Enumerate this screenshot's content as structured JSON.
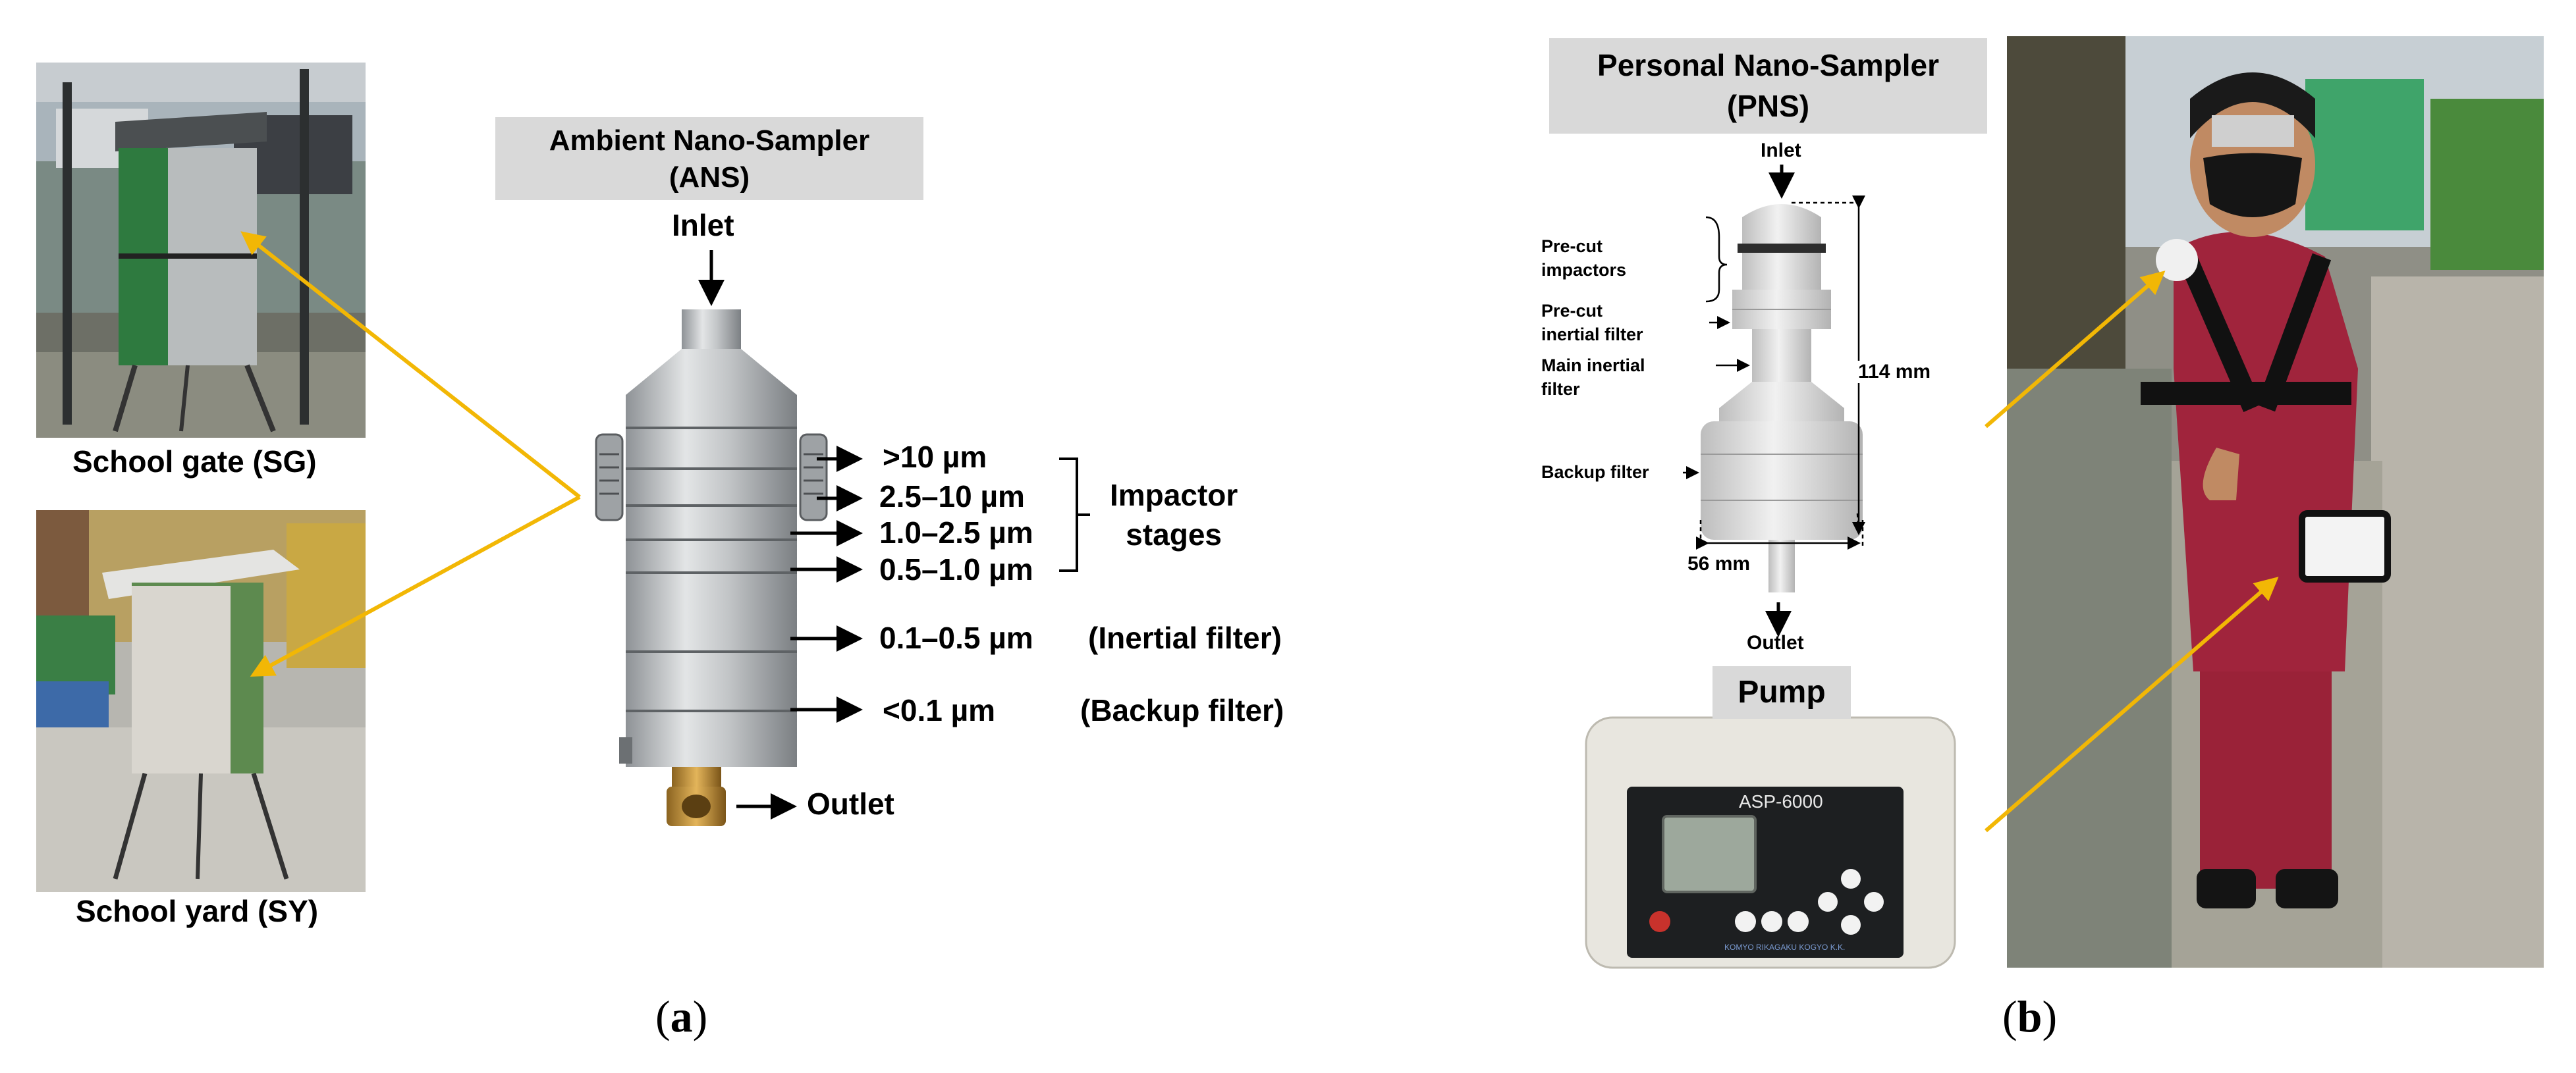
{
  "panel_a": {
    "photo_sg_caption": "School gate (SG)",
    "photo_sy_caption": "School yard (SY)",
    "ans_title": "Ambient Nano-Sampler\n(ANS)",
    "inlet": "Inlet",
    "outlet": "Outlet",
    "stages": [
      ">10 µm",
      "2.5–10 µm",
      "1.0–2.5 µm",
      "0.5–1.0 µm",
      "0.1–0.5 µm",
      "<0.1 µm"
    ],
    "impactor_label": "Impactor\nstages",
    "inertial_label": "(Inertial filter)",
    "backup_label": "(Backup filter)",
    "caption_letter": "a"
  },
  "panel_b": {
    "pns_title": "Personal Nano-Sampler\n(PNS)",
    "inlet": "Inlet",
    "outlet": "Outlet",
    "parts": [
      "Pre-cut\nimpactors",
      "Pre-cut\ninertial filter",
      "Main inertial\nfilter",
      "Backup filter"
    ],
    "height_dim": "114 mm",
    "width_dim": "56 mm",
    "pump_label": "Pump",
    "pump_model": "ASP-6000",
    "pump_maker": "KOMYO RIKAGAKU KOGYO K.K.",
    "caption_letter": "b"
  },
  "colors": {
    "arrow_yellow": "#f2b705",
    "gray_box": "#d9d9d9",
    "metal": "#b9bcbf",
    "shirt": "#a0243c"
  }
}
